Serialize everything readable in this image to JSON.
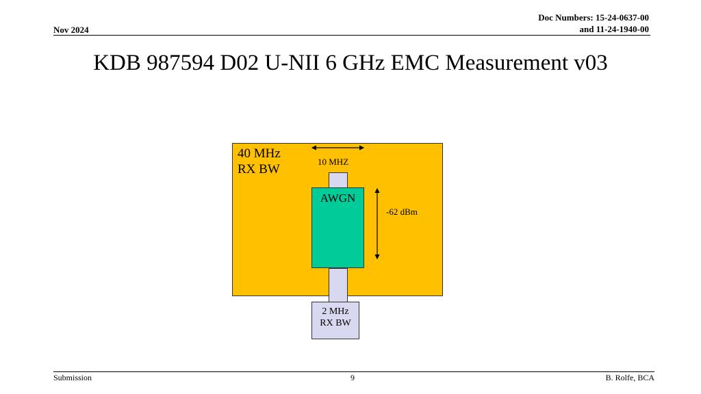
{
  "header": {
    "date": "Nov 2024",
    "doc_line1": "Doc Numbers: 15-24-0637-00",
    "doc_line2": "and 11-24-1940-00"
  },
  "title": "KDB 987594 D02 U-NII 6 GHz EMC Measurement v03",
  "diagram": {
    "outer_box_line1": "40 MHz",
    "outer_box_line2": "RX BW",
    "width_label": "10 MHZ",
    "signal_label": "AWGN",
    "power_label": "-62 dBm",
    "inner_box_line1": "2 MHz",
    "inner_box_line2": "RX BW",
    "colors": {
      "outer_box": "#FFC000",
      "signal": "#00CC99",
      "inner_box": "#D8D8F0"
    }
  },
  "footer": {
    "left": "Submission",
    "page": "9",
    "right": "B. Rolfe, BCA"
  }
}
